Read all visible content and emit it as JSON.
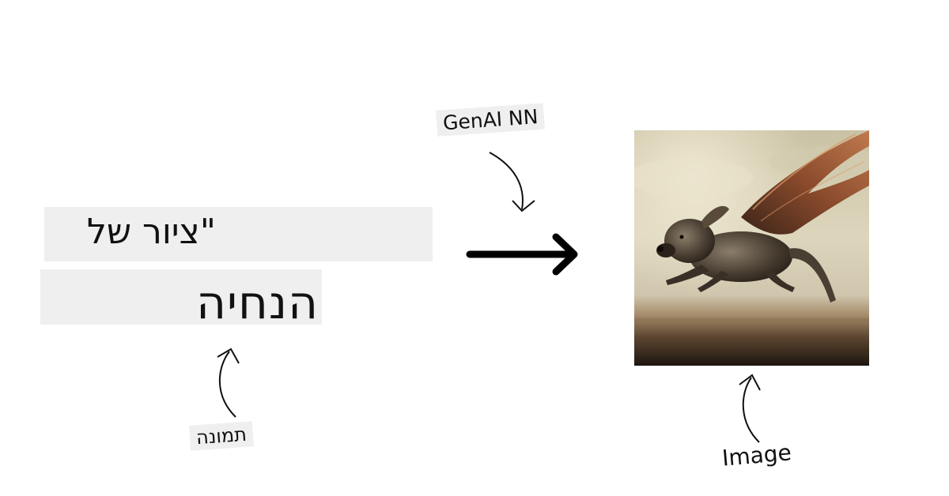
{
  "prompt": {
    "line1": "\"ציור של",
    "line2": "הנחיה"
  },
  "labels": {
    "model": "GenAI NN",
    "text_input": "תמונה",
    "output": "Image"
  },
  "colors": {
    "box_background": "#efefef",
    "text": "#111111",
    "arrow": "#000000"
  },
  "icons": {
    "main_arrow": "right-arrow-icon",
    "pointer_arrows": "curved-arrow-icon"
  },
  "image": {
    "subject": "winged-dog-painting"
  }
}
